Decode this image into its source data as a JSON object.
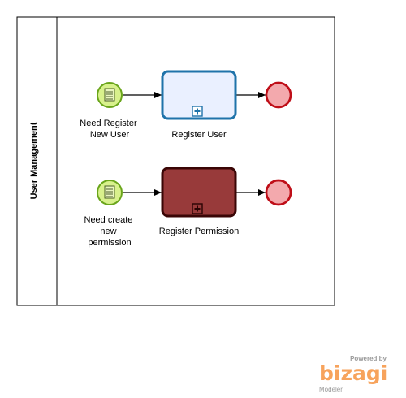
{
  "pool": {
    "lane_label": "User Management"
  },
  "events": {
    "start_1_label": [
      "Need Register",
      "New User"
    ],
    "start_2_label": [
      "Need create",
      "new",
      "permission"
    ]
  },
  "tasks": {
    "register_user_label": "Register User",
    "register_permission_label": "Register Permission"
  },
  "watermark": {
    "powered_by": "Powered by",
    "brand": "bizagi",
    "product": "Modeler"
  },
  "colors": {
    "start_event_fill": "#d8f18c",
    "start_event_stroke": "#6aa51b",
    "end_event_fill": "#f3a9ad",
    "end_event_stroke": "#bf0e18",
    "task_1_fill": "#eaf0ff",
    "task_1_stroke": "#1f73aa",
    "task_2_fill": "#983a3a",
    "task_2_stroke": "#3a0606",
    "brand_orange": "#f7a35c"
  }
}
